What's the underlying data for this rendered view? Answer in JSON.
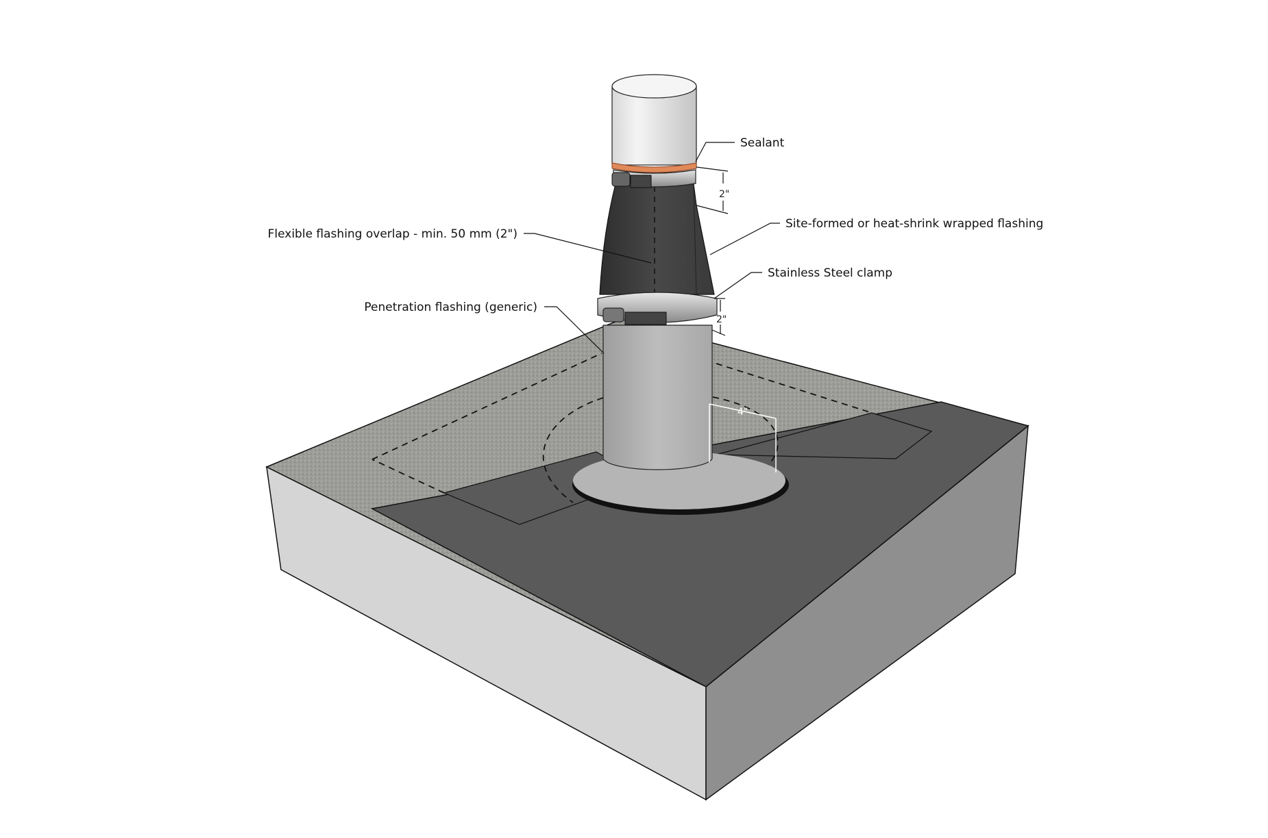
{
  "labels": {
    "sealant": "Sealant",
    "site_formed": "Site-formed or heat-shrink wrapped flashing",
    "clamp": "Stainless Steel clamp",
    "overlap": "Flexible flashing overlap - min. 50 mm (2\")",
    "penetration": "Penetration flashing (generic)"
  },
  "dimensions": {
    "upper_overlap": "2\"",
    "lower_overlap": "2\"",
    "base_extension": "4\""
  },
  "colors": {
    "sealant": "#e08a5a",
    "membrane": "#5a5a5a",
    "gravel": "#9a9a96",
    "flashing_black": "#3a3a3a"
  }
}
